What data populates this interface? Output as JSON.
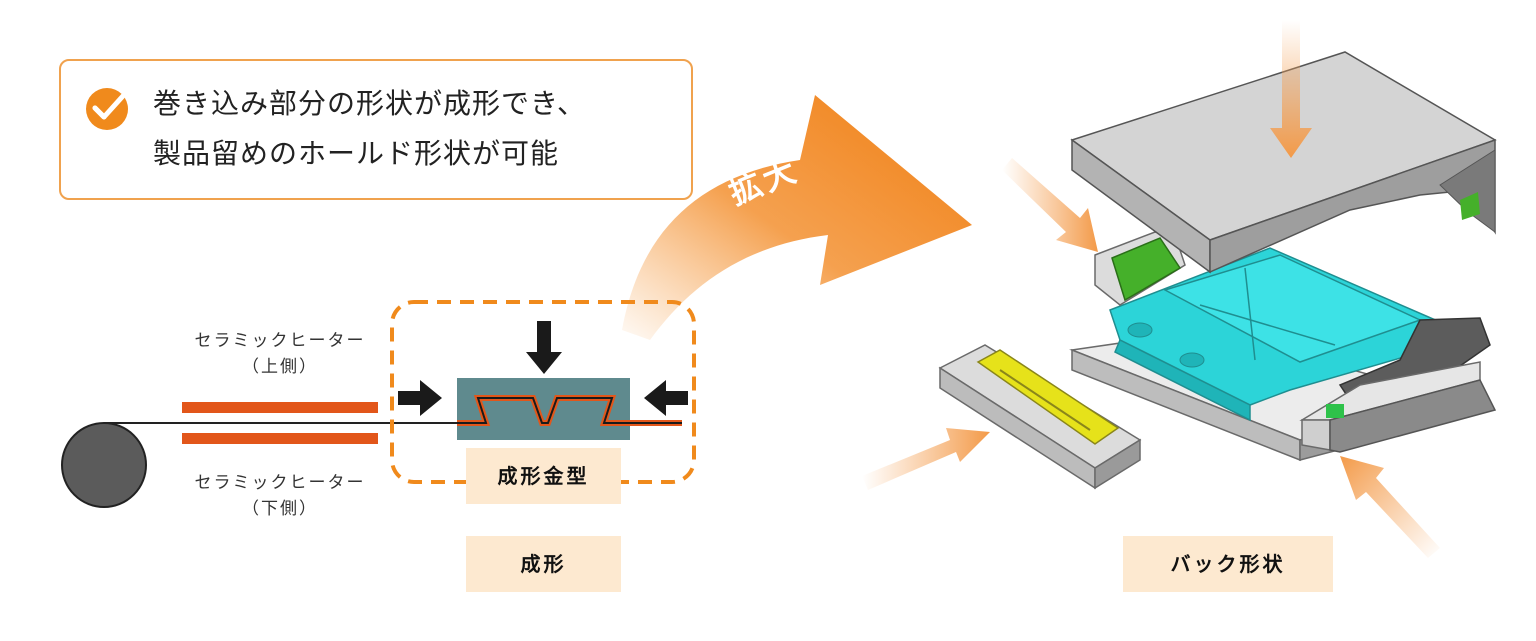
{
  "callout": {
    "line1": "巻き込み部分の形状が成形でき、",
    "line2": "製品留めのホールド形状が可能"
  },
  "heater_upper": {
    "name": "セラミックヒーター",
    "position": "（上側）"
  },
  "heater_lower": {
    "name": "セラミックヒーター",
    "position": "（下側）"
  },
  "mold_label": "成形金型",
  "process_label": "成形",
  "enlarge_label": "拡大",
  "result_label": "バック形状",
  "colors": {
    "accent_orange": "#f08a1c",
    "heater_bar": "#e2561a",
    "mold_fill": "#5f8a8e",
    "tag_bg": "#fde9d0",
    "tray_teal": "#2cd4d8",
    "insert_green": "#45b02a",
    "insert_yellow": "#e6e21a"
  }
}
